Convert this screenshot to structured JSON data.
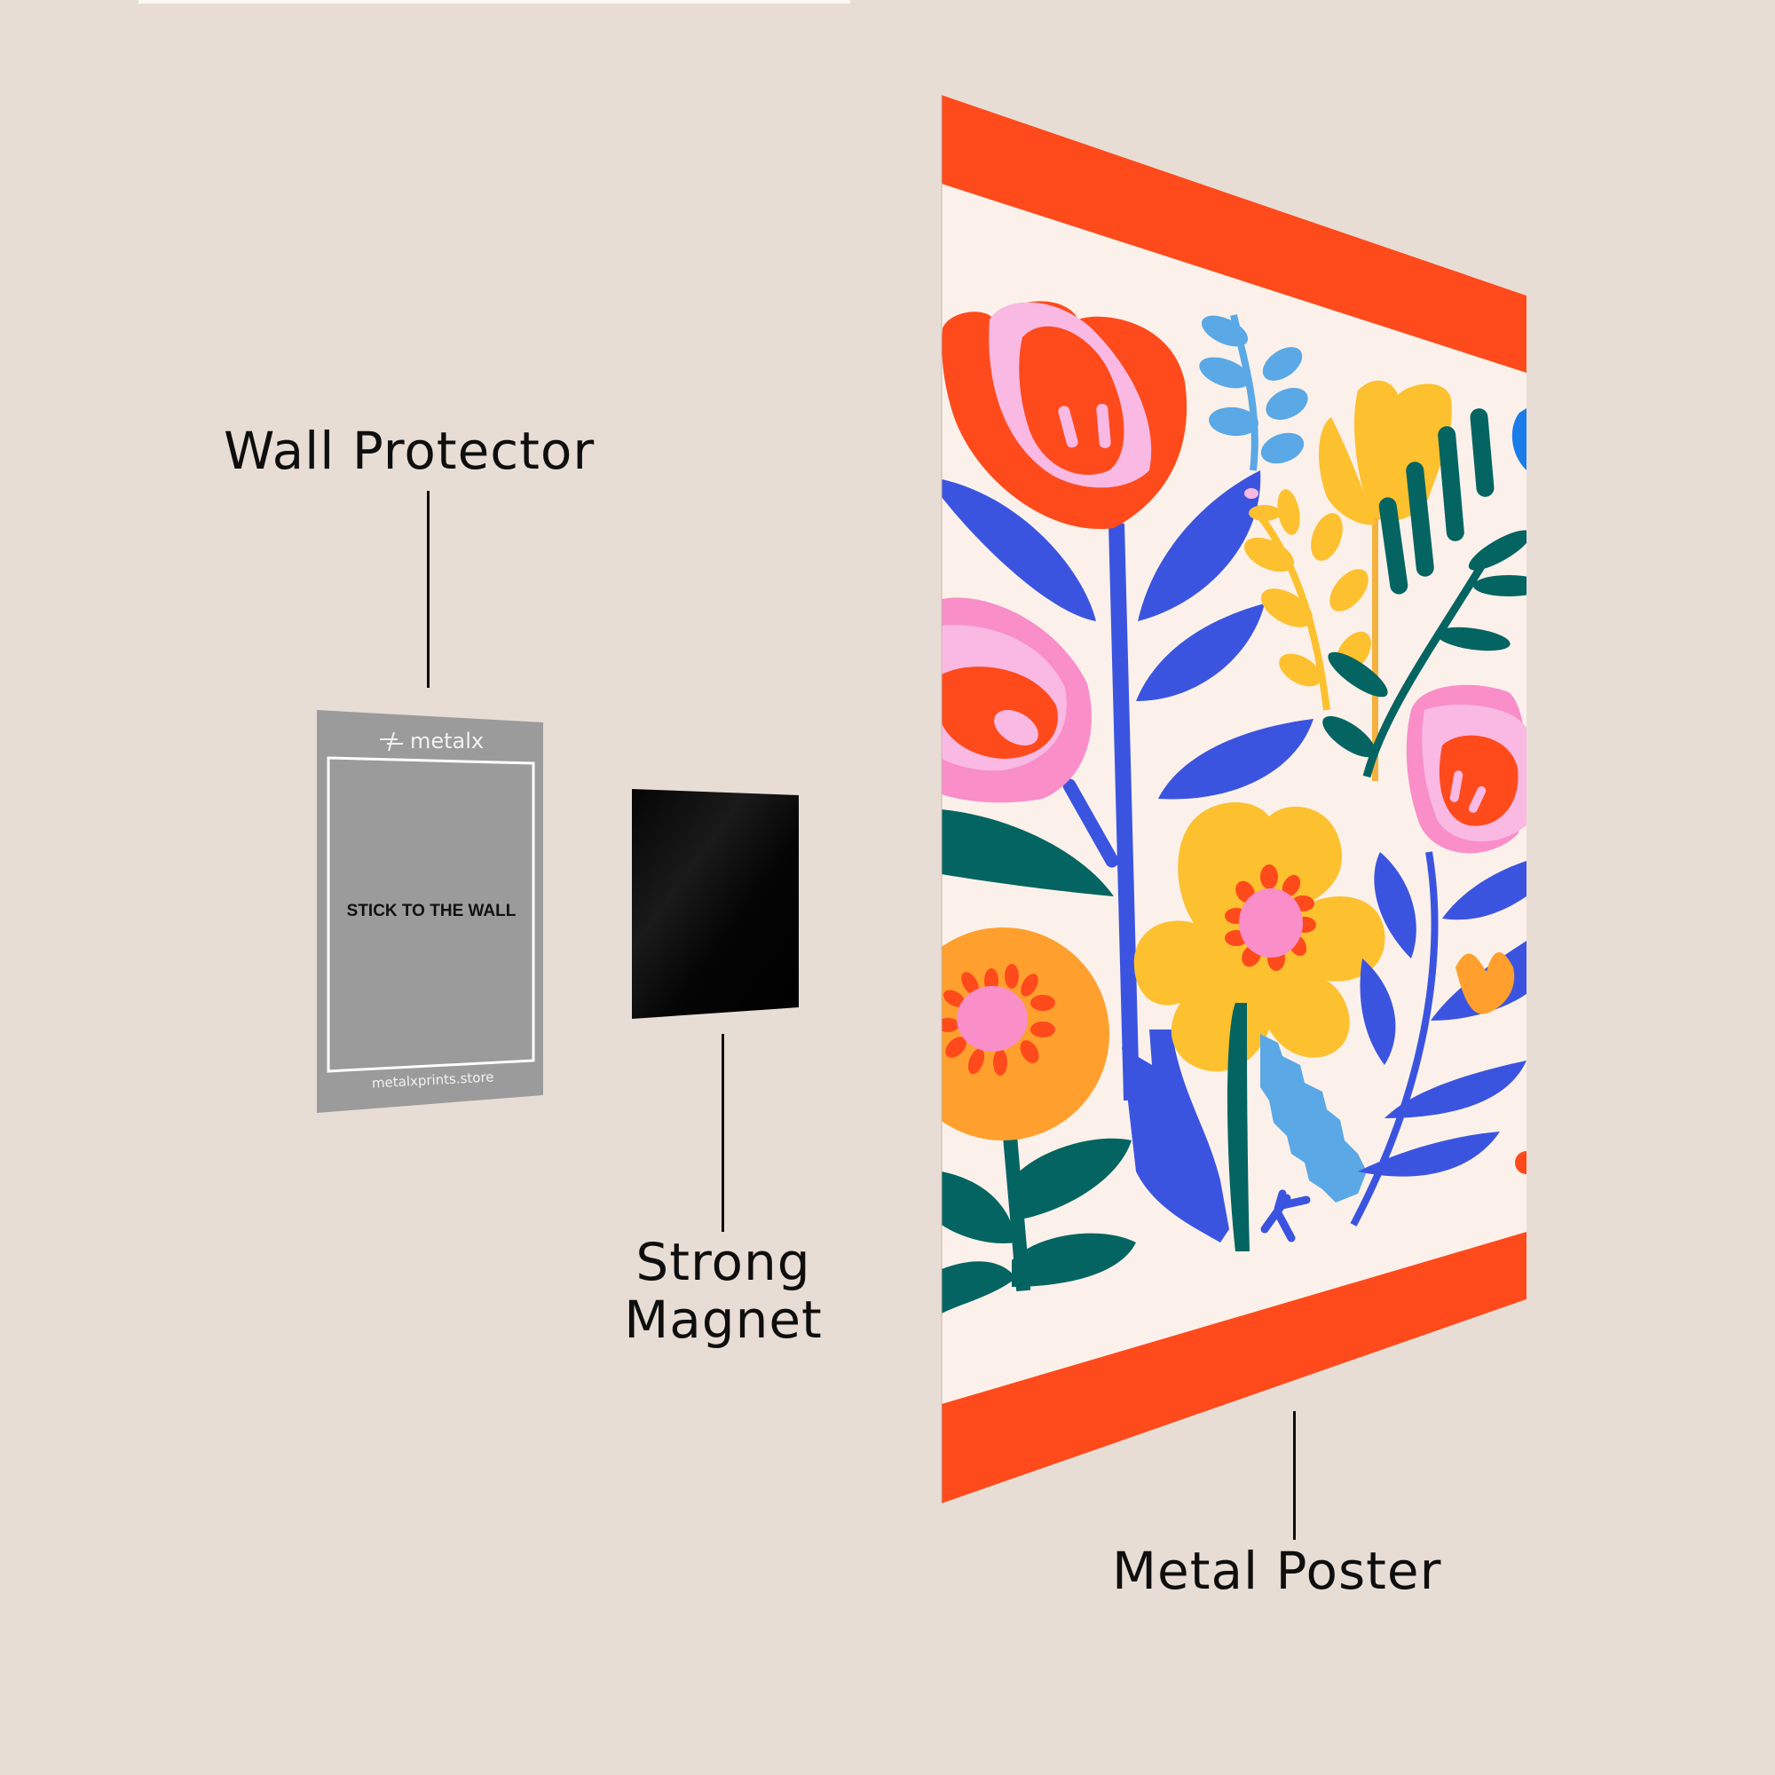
{
  "labels": {
    "wall_protector": "Wall Protector",
    "strong_magnet_line1": "Strong",
    "strong_magnet_line2": "Magnet",
    "metal_poster": "Metal Poster"
  },
  "wall_protector": {
    "brand": "metalx",
    "instruction": "STICK TO THE WALL",
    "website": "metalxprints.store",
    "color": "#9B9B9B"
  },
  "magnet": {
    "color": "#050505"
  },
  "poster": {
    "band_color": "#FF4A1C",
    "background_color": "#FBF1EA",
    "palette": {
      "red": "#FF4A1C",
      "pink_light": "#F9B9E3",
      "pink": "#F98EC9",
      "blue": "#3B54E0",
      "light_blue": "#5AA8E6",
      "yellow": "#FDC02F",
      "orange": "#FFA02E",
      "teal": "#046462"
    }
  },
  "colors": {
    "background": "#E8DDD5",
    "text": "#0E0E0E"
  }
}
